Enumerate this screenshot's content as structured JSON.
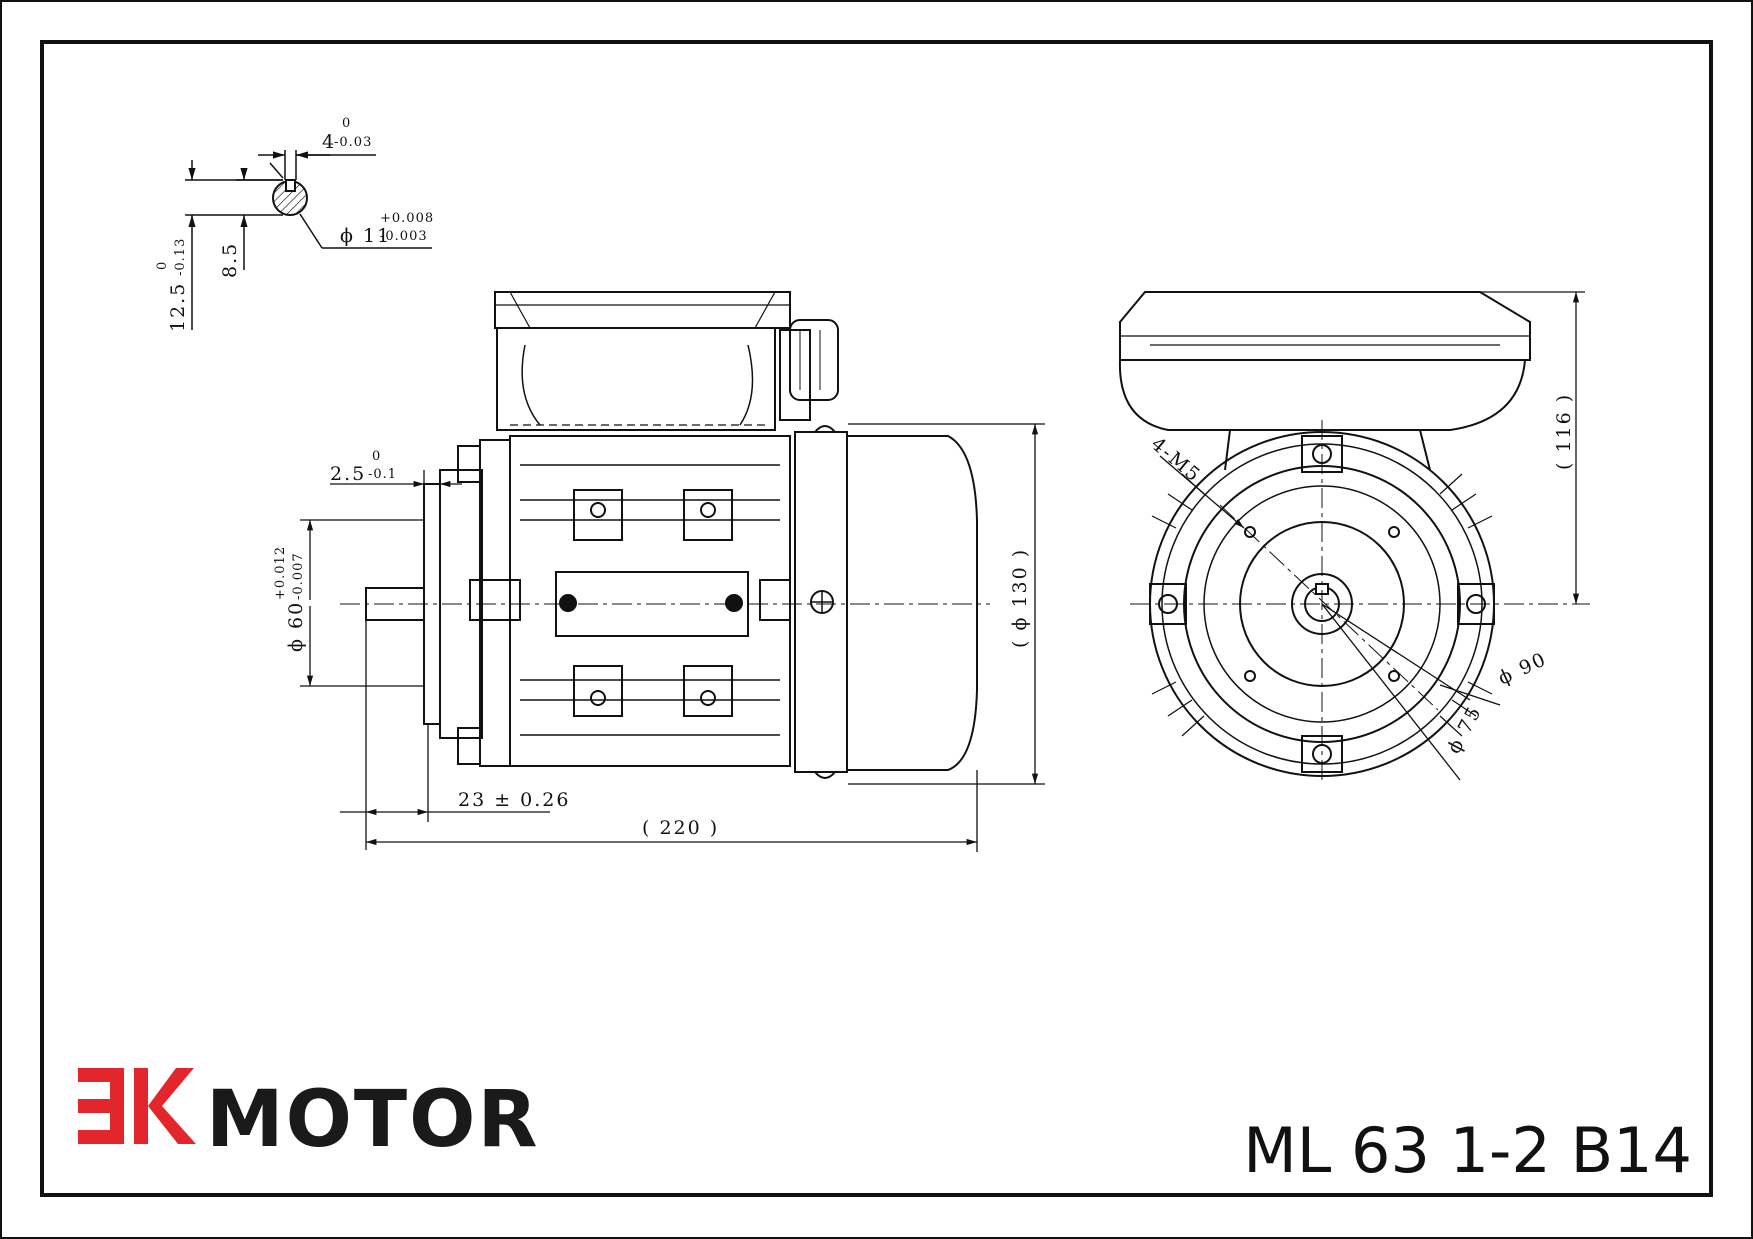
{
  "drawing": {
    "brand_name": "MOTOR",
    "logo_mark": "ƎK",
    "model": "ML 63 1-2 B14",
    "colors": {
      "logo_red": "#e3262b",
      "ink": "#111111",
      "paper": "#ffffff"
    }
  },
  "dimensions": {
    "key_width": "4",
    "key_width_tol_upper": "0",
    "key_width_tol_lower": "-0.03",
    "shaft_dia": "ϕ 11",
    "shaft_dia_tol_upper": "+0.008",
    "shaft_dia_tol_lower": "-0.003",
    "key_depth": "8.5",
    "shaft_height": "12.5",
    "shaft_height_tol_upper": "0",
    "shaft_height_tol_lower": "-0.13",
    "spigot_depth": "2.5",
    "spigot_depth_tol_upper": "0",
    "spigot_depth_tol_lower": "-0.1",
    "spigot_dia": "ϕ 60",
    "spigot_dia_tol_upper": "+0.012",
    "spigot_dia_tol_lower": "-0.007",
    "shaft_length": "23 ± 0.26",
    "total_length": "( 220 )",
    "body_dia": "( ϕ 130 )",
    "height_tb": "( 116 )",
    "bolt_holes": "4-M5",
    "flange_pcd": "ϕ 90",
    "flange_inner": "ϕ 75"
  }
}
